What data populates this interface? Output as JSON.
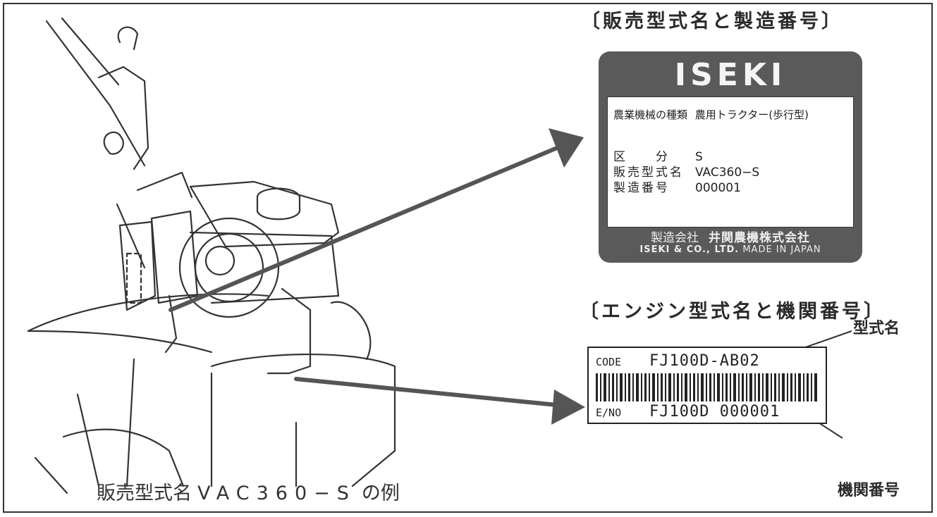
{
  "headings": {
    "sales_model": "〔販売型式名と製造番号〕",
    "engine_model": "〔エンジン型式名と機関番号〕"
  },
  "nameplate": {
    "brand": "ISEKI",
    "machine_type_label": "農業機械の種類",
    "machine_type_value": "農用トラクター(歩行型)",
    "class_label": "区　　分",
    "class_value": "S",
    "model_label": "販売型式名",
    "model_value": "VAC360−S",
    "serial_label": "製造番号",
    "serial_value": "000001",
    "maker_label": "製造会社",
    "maker_value": "井関農機株式会社",
    "maker_en": "ISEKI & CO., LTD.",
    "made_in": "MADE IN JAPAN"
  },
  "engine_plate": {
    "code_label": "CODE",
    "code_value": "FJ100D-AB02",
    "eno_label": "E/NO",
    "eno_value": "FJ100D 000001"
  },
  "callouts": {
    "model": "型式名",
    "serial": "機関番号"
  },
  "caption": {
    "prefix": "販売型式名",
    "model": "VAC360−S",
    "suffix": "の例"
  },
  "colors": {
    "plate_dark": "#5a5a5a",
    "line": "#333333",
    "arrow": "#555555"
  }
}
